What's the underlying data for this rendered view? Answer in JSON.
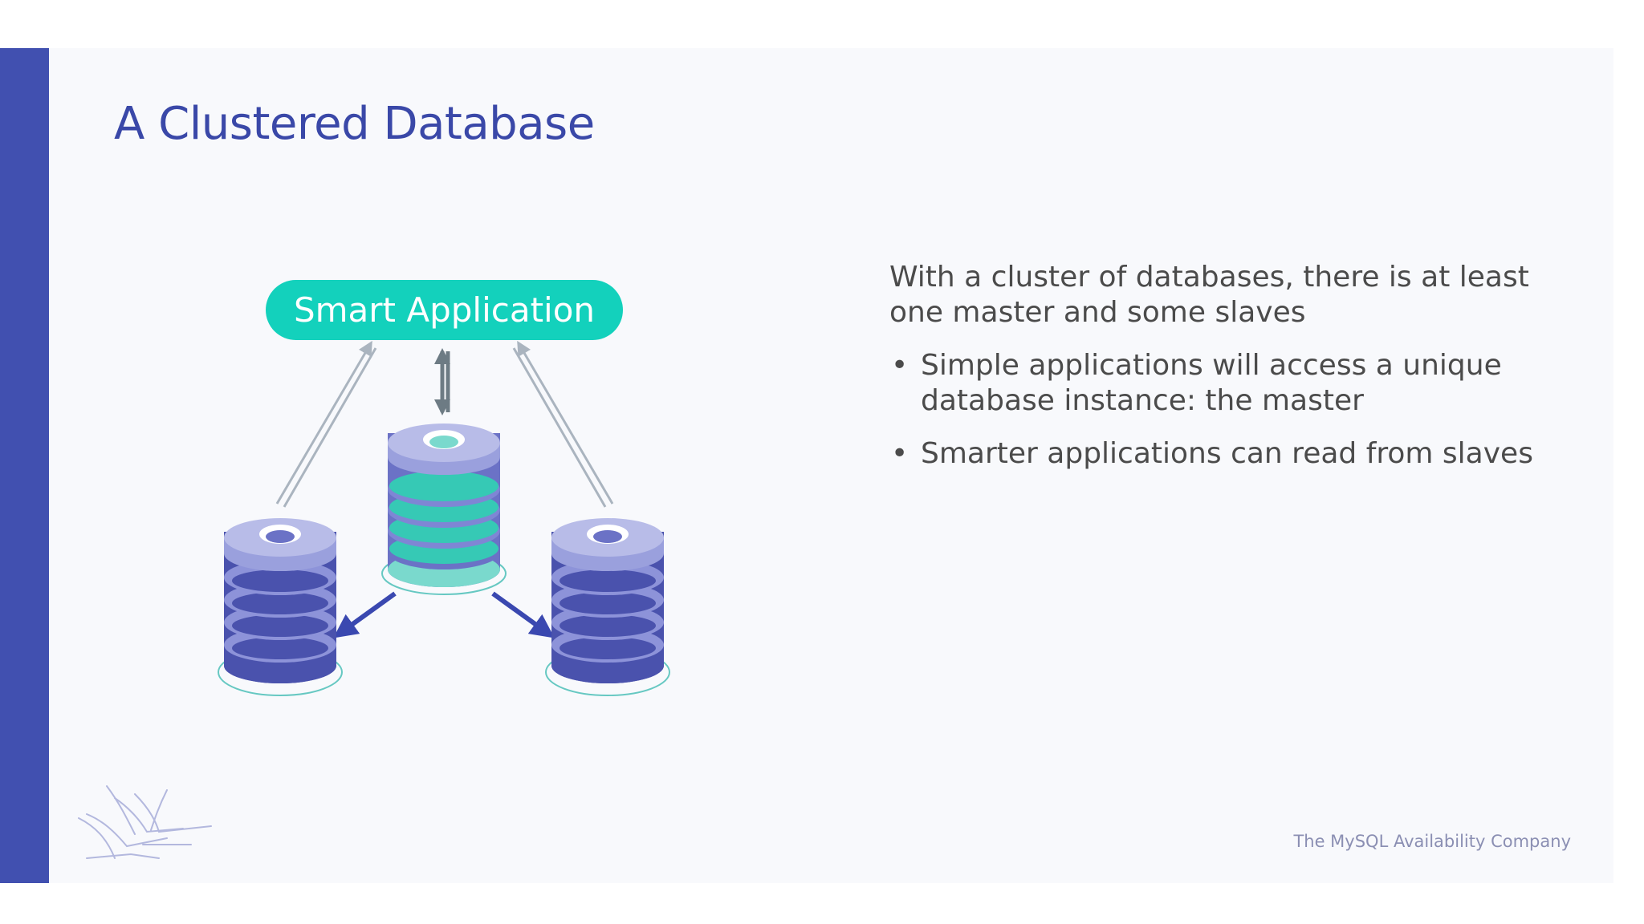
{
  "slide": {
    "title": "A Clustered Database",
    "tagline": "The MySQL Availability Company"
  },
  "diagram": {
    "app_label": "Smart Application",
    "nodes": [
      "master",
      "slave",
      "slave"
    ],
    "colors": {
      "app": "#13d1bc",
      "db_body": "#6b72c6",
      "db_top": "#b8bce8",
      "master_band": "#36c9b5",
      "replication_arrow": "#3a48b0",
      "read_arrow": "#aab4bf",
      "master_arrow": "#6d7b84"
    }
  },
  "content": {
    "intro": "With a cluster of databases, there is at least one master and some slaves",
    "bullets": [
      "Simple applications will access a unique database instance: the master",
      "Smarter applications can read from slaves"
    ]
  },
  "theme": {
    "accent": "#4150b0",
    "title_color": "#3a48a8",
    "background": "#f8f9fc"
  }
}
